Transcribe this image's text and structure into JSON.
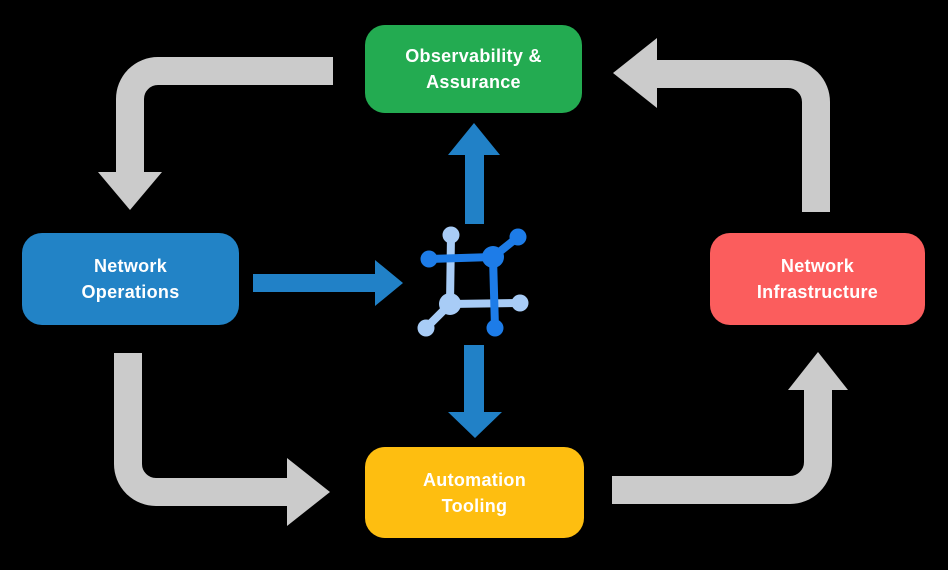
{
  "nodes": {
    "observability": {
      "label": "Observability &\nAssurance",
      "color": "#23AB51"
    },
    "operations": {
      "label": "Network\nOperations",
      "color": "#2283C6"
    },
    "infrastructure": {
      "label": "Network\nInfrastructure",
      "color": "#FB5D5D"
    },
    "automation": {
      "label": "Automation\nTooling",
      "color": "#FEBE10"
    }
  },
  "icon": {
    "name": "network-automation-icon",
    "dark_blue": "#1D7CE8",
    "light_blue": "#A8CCF6"
  },
  "colors": {
    "background": "#000000",
    "cycle_arrow": "#CBCBCB",
    "data_arrow": "#2181C7",
    "text": "#FFFFFF"
  },
  "arrows": [
    {
      "from": "observability",
      "to": "operations",
      "style": "gray-elbow"
    },
    {
      "from": "infrastructure",
      "to": "observability",
      "style": "gray-elbow"
    },
    {
      "from": "operations",
      "to": "automation",
      "style": "gray-elbow"
    },
    {
      "from": "automation",
      "to": "infrastructure",
      "style": "gray-elbow"
    },
    {
      "from": "operations",
      "to": "center-icon",
      "style": "blue-straight"
    },
    {
      "from": "center-icon",
      "to": "observability",
      "style": "blue-straight"
    },
    {
      "from": "center-icon",
      "to": "automation",
      "style": "blue-straight"
    }
  ]
}
